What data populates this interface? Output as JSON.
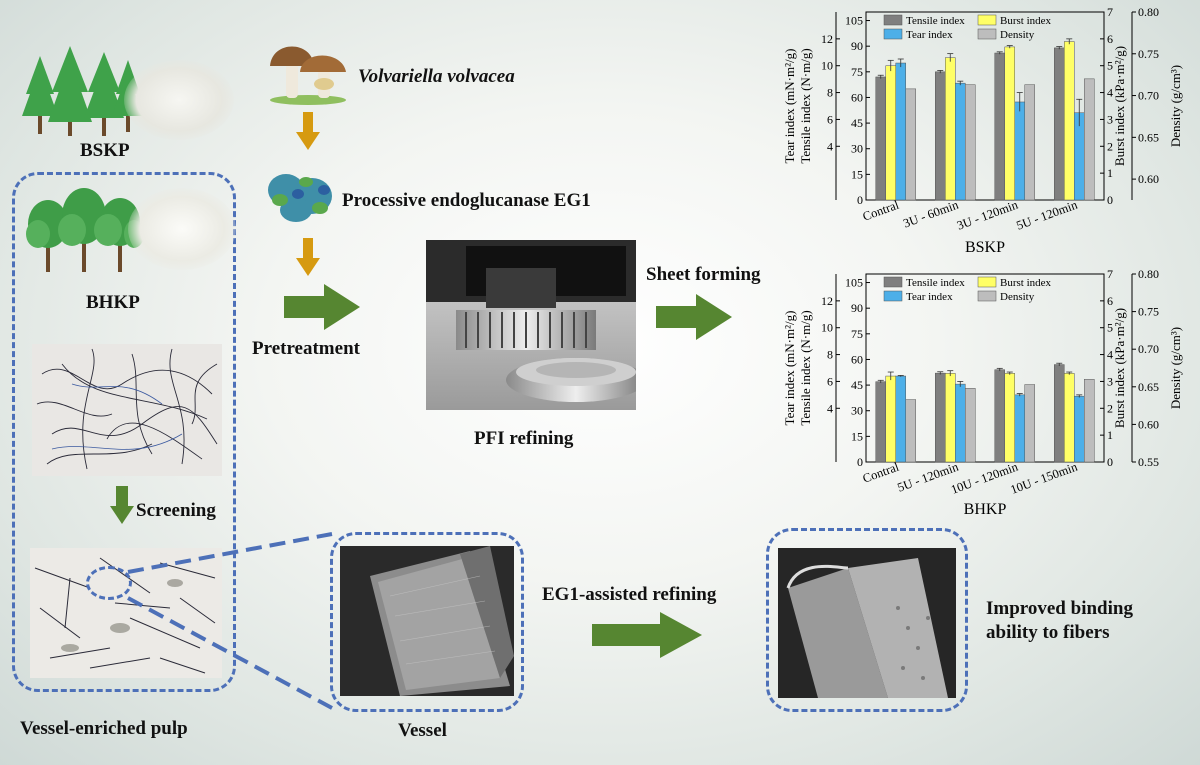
{
  "labels": {
    "bskp": "BSKP",
    "bhkp": "BHKP",
    "volvariella": "Volvariella volvacea",
    "eg1": "Processive endoglucanase EG1",
    "pretreatment": "Pretreatment",
    "pfi": "PFI refining",
    "sheet_forming": "Sheet forming",
    "screening": "Screening",
    "vessel_enriched": "Vessel-enriched pulp",
    "vessel": "Vessel",
    "eg1_refining": "EG1-assisted refining",
    "improved_line1": "Improved binding",
    "improved_line2": "ability to fibers"
  },
  "colors": {
    "arrow_green": "#568631",
    "arrow_gold": "#d69a10",
    "dash_blue": "#4d70b8",
    "tensile": "#7f7f7f",
    "burst": "#ffff66",
    "tear": "#4dafe8",
    "density": "#bdbdbd"
  },
  "chart_data": [
    {
      "type": "bar",
      "title": "BSKP",
      "categories": [
        "Contral",
        "3U - 60min",
        "3U - 120min",
        "5U - 120min"
      ],
      "series": [
        {
          "name": "Tensile index",
          "axis": "tensile",
          "values": [
            72,
            75,
            86,
            89
          ],
          "errors": [
            1,
            0.8,
            0.7,
            0.8
          ]
        },
        {
          "name": "Burst index",
          "axis": "burst",
          "values": [
            5.0,
            5.3,
            5.7,
            5.9
          ],
          "errors": [
            0.2,
            0.15,
            0.05,
            0.1
          ]
        },
        {
          "name": "Tear index",
          "axis": "tear",
          "values": [
            10.2,
            8.7,
            7.3,
            6.5
          ],
          "errors": [
            0.3,
            0.15,
            0.7,
            1.0
          ]
        },
        {
          "name": "Density",
          "axis": "density",
          "values": [
            0.708,
            0.713,
            0.713,
            0.72
          ],
          "errors": [
            0,
            0,
            0,
            0
          ]
        }
      ],
      "axes": {
        "tear": {
          "label": "Tear index (mN·m²/g)",
          "ticks": [
            4,
            6,
            8,
            10,
            12
          ]
        },
        "tensile": {
          "label": "Tensile index (N·m/g)",
          "range": [
            0,
            110
          ],
          "ticks": [
            0,
            15,
            30,
            45,
            60,
            75,
            90,
            105
          ]
        },
        "burst": {
          "label": "Burst index (kPa·m²/g)",
          "range": [
            0,
            7
          ],
          "ticks": [
            0,
            1,
            2,
            3,
            4,
            5,
            6,
            7
          ]
        },
        "density": {
          "label": "Density (g/cm³)",
          "range": [
            0.575,
            0.8
          ],
          "ticks": [
            "0.60",
            "0.65",
            "0.70",
            "0.75",
            "0.80"
          ]
        }
      },
      "legend": [
        "Tensile index",
        "Burst index",
        "Tear index",
        "Density"
      ],
      "legend_position": "top"
    },
    {
      "type": "bar",
      "title": "BHKP",
      "categories": [
        "Contral",
        "5U - 120min",
        "10U - 120min",
        "10U - 150min"
      ],
      "series": [
        {
          "name": "Tensile index",
          "axis": "tensile",
          "values": [
            47,
            52,
            54,
            57
          ],
          "errors": [
            0.8,
            0.8,
            0.8,
            0.8
          ]
        },
        {
          "name": "Burst index",
          "axis": "burst",
          "values": [
            3.2,
            3.3,
            3.3,
            3.3
          ],
          "errors": [
            0.15,
            0.1,
            0.05,
            0.05
          ]
        },
        {
          "name": "Tear index",
          "axis": "tear",
          "values": [
            6.4,
            5.8,
            5.0,
            4.9
          ],
          "errors": [
            0.05,
            0.2,
            0.1,
            0.1
          ]
        },
        {
          "name": "Density",
          "axis": "density",
          "values": [
            0.633,
            0.648,
            0.653,
            0.66
          ],
          "errors": [
            0,
            0,
            0,
            0
          ]
        }
      ],
      "axes": {
        "tear": {
          "label": "Tear index (mN·m²/g)",
          "ticks": [
            4,
            6,
            8,
            10,
            12
          ]
        },
        "tensile": {
          "label": "Tensile index (N·m/g)",
          "range": [
            0,
            110
          ],
          "ticks": [
            0,
            15,
            30,
            45,
            60,
            75,
            90,
            105
          ]
        },
        "burst": {
          "label": "Burst index (kPa·m²/g)",
          "range": [
            0,
            7
          ],
          "ticks": [
            0,
            1,
            2,
            3,
            4,
            5,
            6,
            7
          ]
        },
        "density": {
          "label": "Density (g/cm³)",
          "range": [
            0.55,
            0.8
          ],
          "ticks": [
            "0.55",
            "0.60",
            "0.65",
            "0.70",
            "0.75",
            "0.80"
          ]
        }
      },
      "legend": [
        "Tensile index",
        "Burst index",
        "Tear index",
        "Density"
      ],
      "legend_position": "top"
    }
  ]
}
